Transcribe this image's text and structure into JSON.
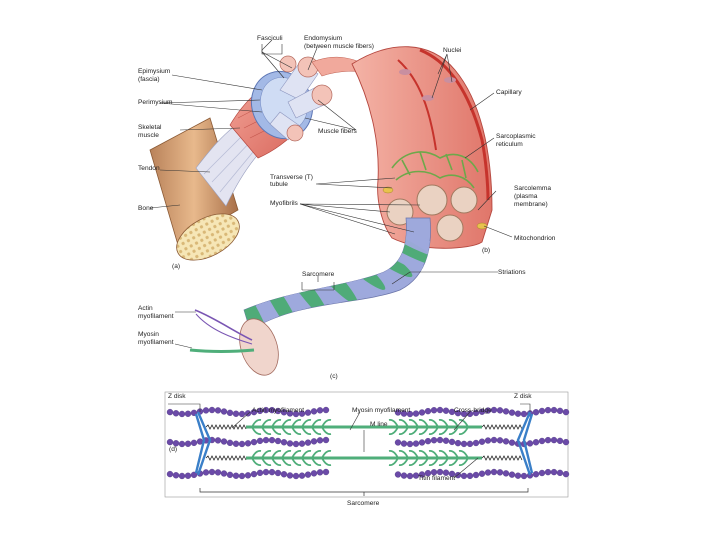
{
  "labels": {
    "fasciculi": "Fasciculi",
    "endomysium": "Endomysium",
    "endomysium_sub": "(between muscle fibers)",
    "nuclei": "Nuclei",
    "epimysium": "Epimysium",
    "epimysium_sub": "(fascia)",
    "perimysium": "Perimysium",
    "skeletal_muscle_1": "Skeletal",
    "skeletal_muscle_2": "muscle",
    "capillary": "Capillary",
    "muscle_fibers": "Muscle fibers",
    "tendon": "Tendon",
    "sr_1": "Sarcoplasmic",
    "sr_2": "reticulum",
    "t_tubule_1": "Transverse (T)",
    "t_tubule_2": "tubule",
    "sarcolemma_1": "Sarcolemma",
    "sarcolemma_2": "(plasma",
    "sarcolemma_3": "membrane)",
    "myofibrils": "Myofibrils",
    "bone": "Bone",
    "mitochondrion": "Mitochondrion",
    "sarcomere_top": "Sarcomere",
    "striations": "Striations",
    "actin_1": "Actin",
    "actin_2": "myofilament",
    "myosin_1": "Myosin",
    "myosin_2": "myofilament",
    "z_disk_left": "Z disk",
    "z_disk_right": "Z disk",
    "actin_d": "Actin myofilament",
    "myosin_d": "Myosin myofilament",
    "cross_bridge": "Cross-bridge",
    "m_line": "M line",
    "titin": "Titin filament",
    "sarcomere_bottom": "Sarcomere"
  },
  "panels": {
    "a": "(a)",
    "b": "(b)",
    "c": "(c)",
    "d": "(d)"
  },
  "colors": {
    "muscle": "#e8857a",
    "muscle_dark": "#c9574f",
    "fascia": "#8fa8d8",
    "tendon": "#dfe1ee",
    "bone": "#d8a579",
    "stripe_green": "#4bab72",
    "stripe_blue": "#9ea9dc",
    "actin": "#6b4aa8",
    "myosin": "#4fae7a",
    "zdisk": "#3a7fc8"
  }
}
